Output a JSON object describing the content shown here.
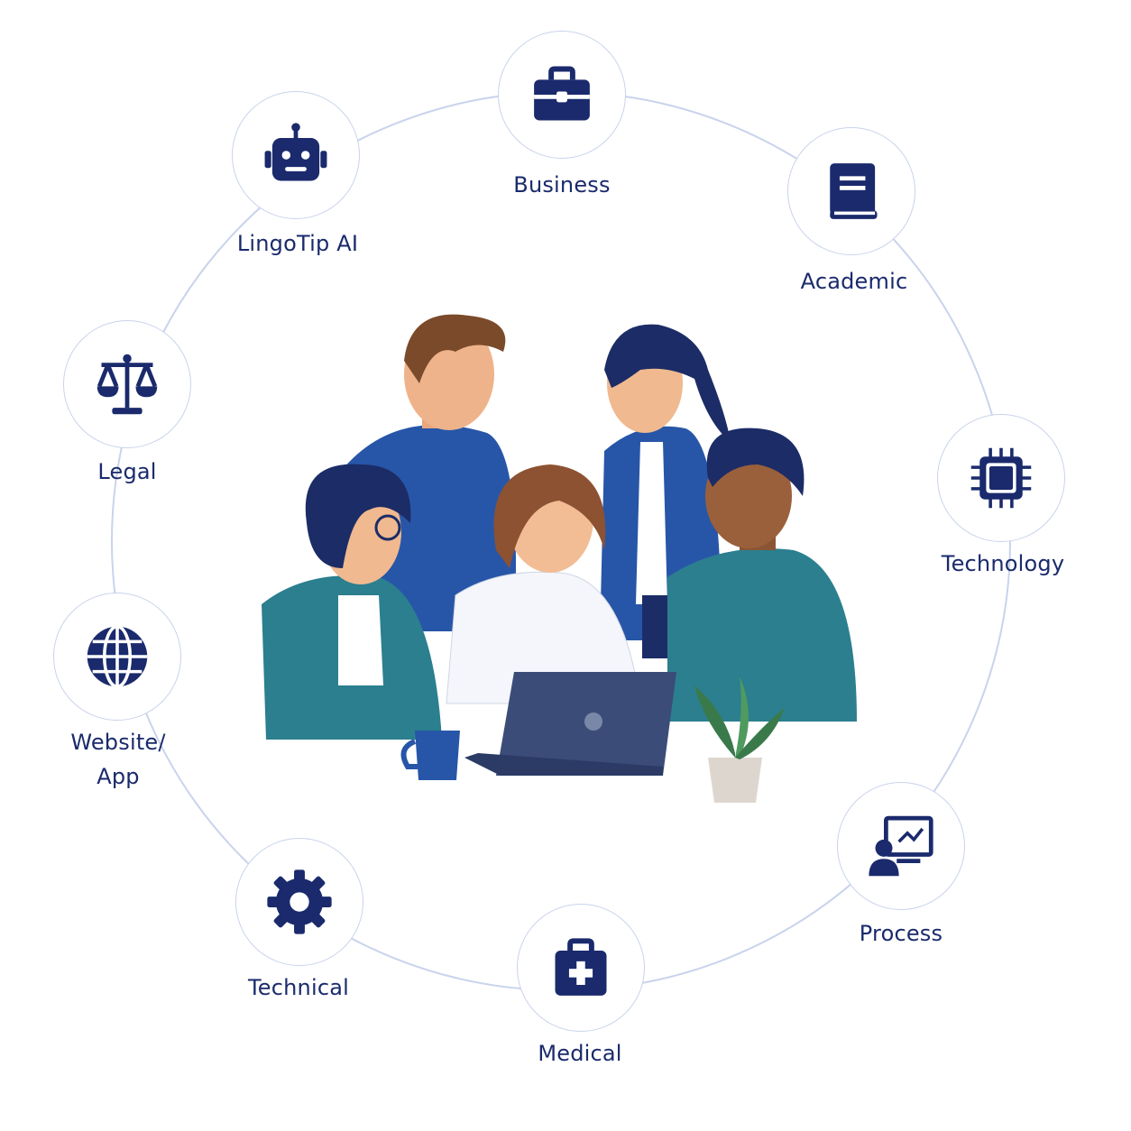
{
  "colors": {
    "navy": "#1a2a6c",
    "ring": "#c9d3ec",
    "blue": "#2756a8",
    "teal": "#2b7f8f"
  },
  "nodes": [
    {
      "label": "Business",
      "icon": "briefcase-icon"
    },
    {
      "label": "Academic",
      "icon": "book-icon"
    },
    {
      "label": "Technology",
      "icon": "chip-icon"
    },
    {
      "label": "Process",
      "icon": "presentation-icon"
    },
    {
      "label": "Medical",
      "icon": "medical-kit-icon"
    },
    {
      "label": "Technical",
      "icon": "gear-icon"
    },
    {
      "label": "Website/\nApp",
      "icon": "globe-icon"
    },
    {
      "label": "Legal",
      "icon": "scales-icon"
    },
    {
      "label": "LingoTip AI",
      "icon": "robot-icon"
    }
  ]
}
